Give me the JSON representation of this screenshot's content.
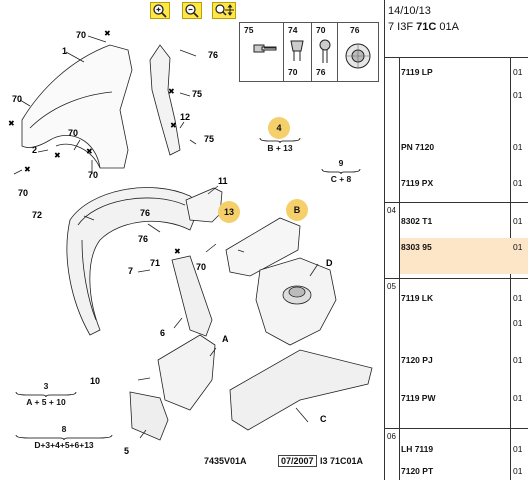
{
  "toolbar": {
    "zoom_in": "zoom-in",
    "zoom_out": "zoom-out",
    "zoom_fit": "zoom-fit"
  },
  "diagram": {
    "part_numbers": [
      "1",
      "2",
      "3",
      "5",
      "6",
      "7",
      "8",
      "9",
      "10",
      "11",
      "12",
      "13",
      "70",
      "71",
      "72",
      "74",
      "75",
      "76",
      "A",
      "B",
      "C",
      "D"
    ],
    "labels": {
      "p1": "1",
      "p2": "2",
      "p5": "5",
      "p6": "6",
      "p7": "7",
      "p10": "10",
      "p11": "11",
      "p12": "12",
      "p70a": "70",
      "p70b": "70",
      "p70c": "70",
      "p70d": "70",
      "p70e": "70",
      "p71": "71",
      "p72": "72",
      "p74": "74",
      "p75a": "75",
      "p75b": "75",
      "p76a": "76",
      "p76b": "76",
      "p76c": "76",
      "pA": "A",
      "pC": "C",
      "pD": "D"
    },
    "circles": {
      "c4": "4",
      "c13": "13",
      "cB": "B"
    },
    "formulas": {
      "f4_num": "4",
      "f4_exp": "B + 13",
      "f9_num": "9",
      "f9_exp": "C + 8",
      "f3_num": "3",
      "f3_exp": "A + 5 + 10",
      "f8_num": "8",
      "f8_exp": "D+3+4+5+6+13"
    },
    "fasteners": {
      "f75": "75",
      "f70": "70",
      "f74": "74",
      "f76": "76"
    }
  },
  "footer": {
    "code": "7435V01A",
    "date": "07/2007",
    "ref": "I3 71C01A"
  },
  "panel": {
    "date": "14/10/13",
    "ref_prefix": "7 I3F ",
    "ref_bold": "71C",
    "ref_suffix": " 01A",
    "rows": [
      {
        "grp": "",
        "ref": "7119 LP",
        "qty": "01"
      },
      {
        "grp": "",
        "ref": "",
        "qty": "01"
      },
      {
        "grp": "",
        "ref": "PN 7120",
        "qty": "01"
      },
      {
        "grp": "",
        "ref": "7119 PX",
        "qty": "01"
      },
      {
        "grp": "04",
        "ref": "8302 T1",
        "qty": "01"
      },
      {
        "grp": "",
        "ref": "8303 95",
        "qty": "01"
      },
      {
        "grp": "05",
        "ref": "7119 LK",
        "qty": "01"
      },
      {
        "grp": "",
        "ref": "",
        "qty": "01"
      },
      {
        "grp": "",
        "ref": "7120 PJ",
        "qty": "01"
      },
      {
        "grp": "",
        "ref": "7119 PW",
        "qty": "01"
      },
      {
        "grp": "06",
        "ref": "LH 7119",
        "qty": "01"
      },
      {
        "grp": "",
        "ref": "7120 PT",
        "qty": "01"
      }
    ]
  }
}
